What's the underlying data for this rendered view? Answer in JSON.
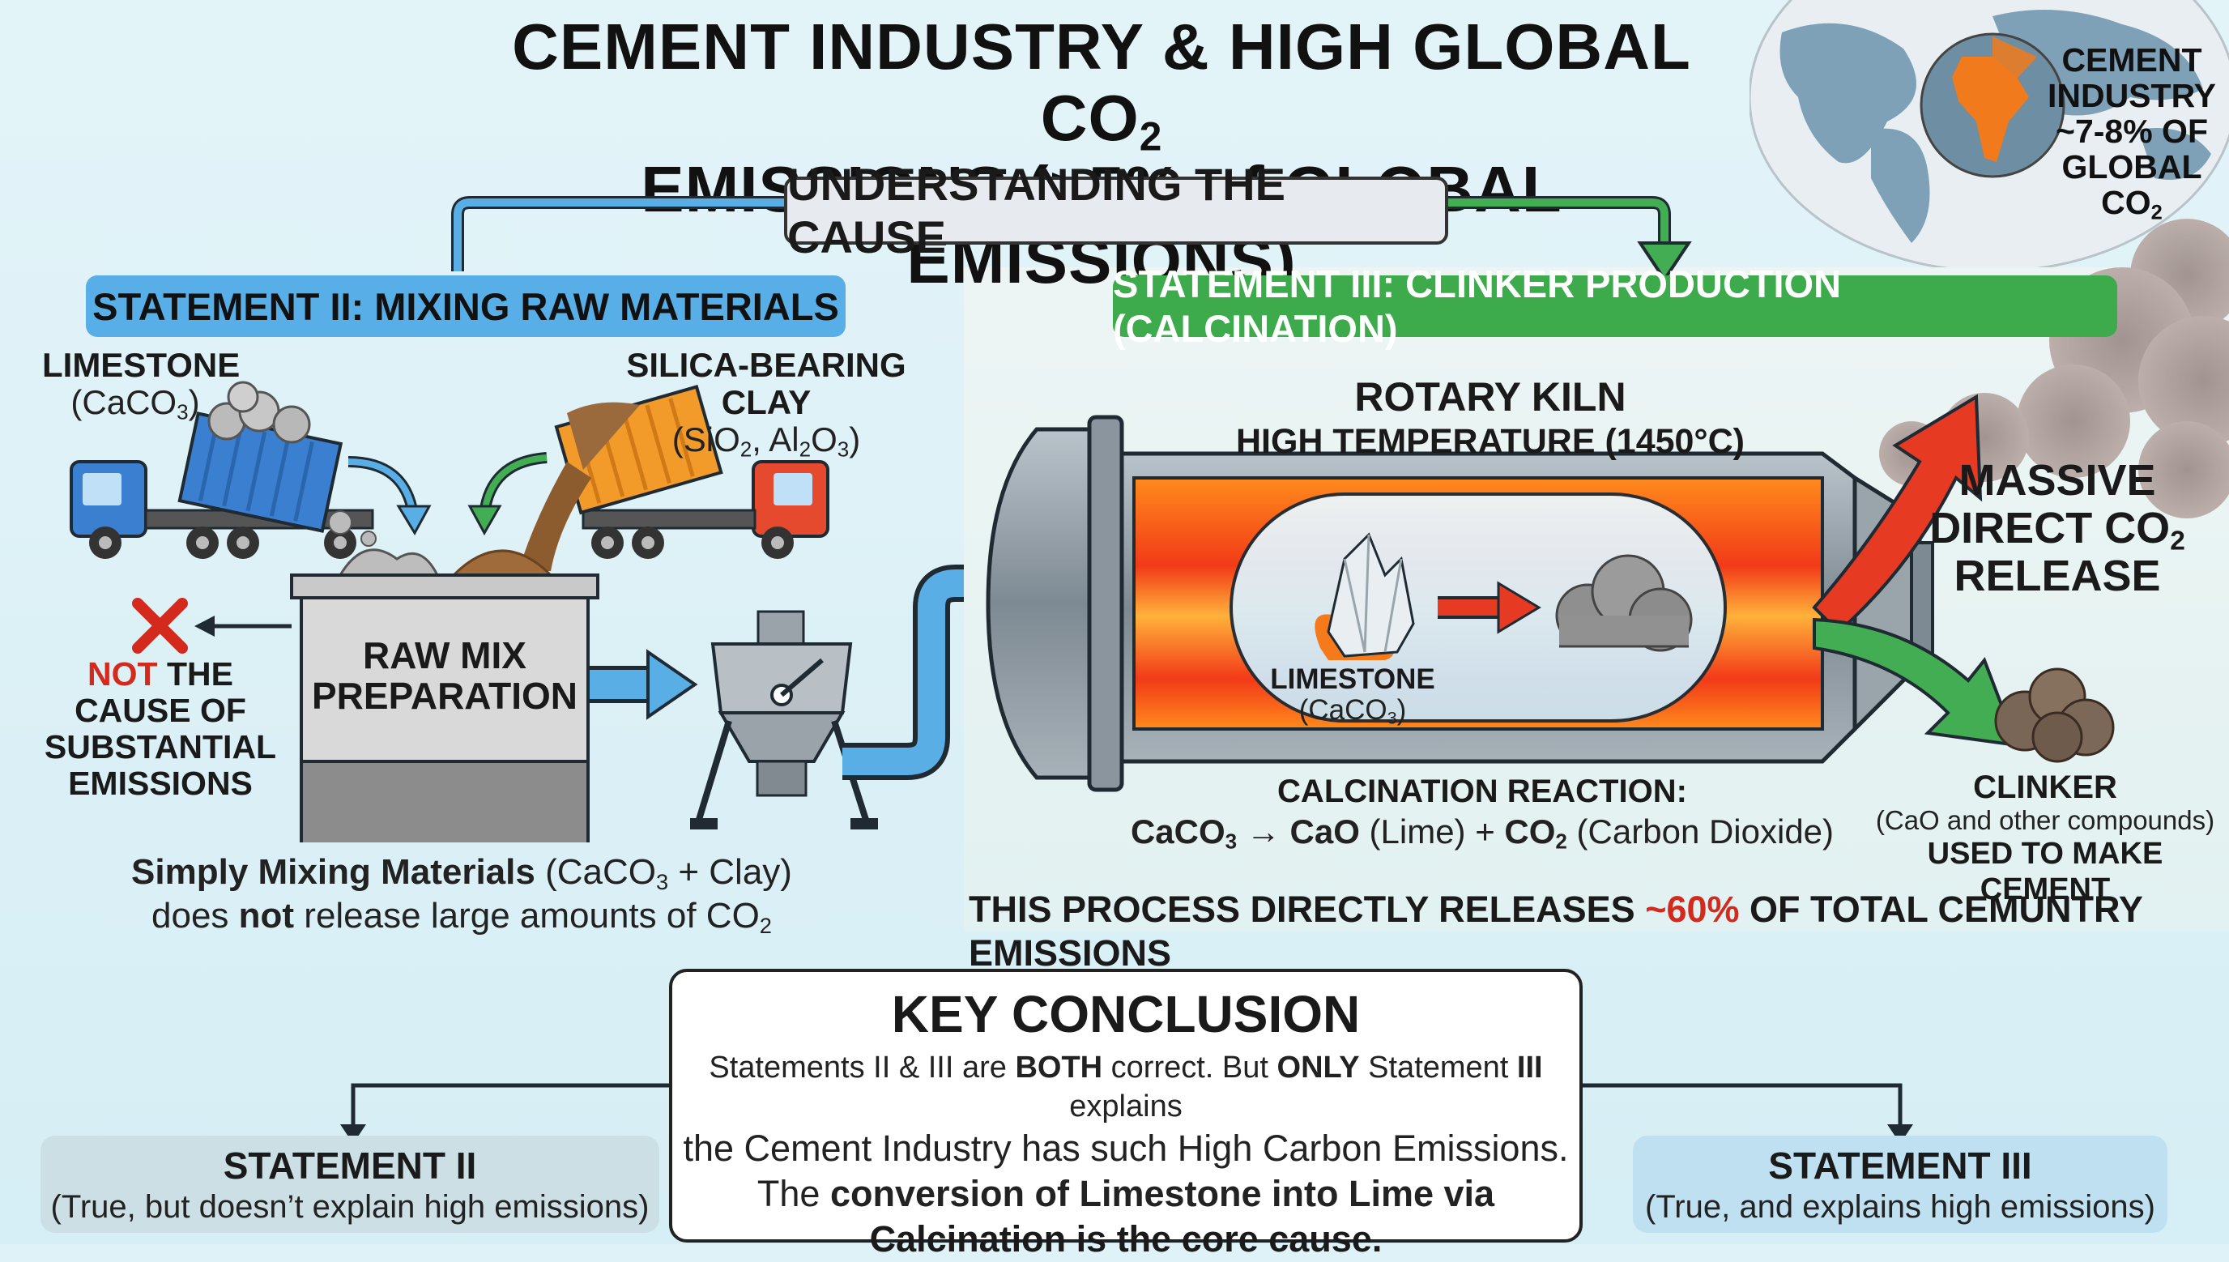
{
  "title": {
    "line1_a": "CEMENT INDUSTRY & HIGH GLOBAL CO",
    "line1_sub": "2",
    "line2": "EMISSIONS (>5% of GLOBAL EMISSIONS)"
  },
  "globe": {
    "line1": "CEMENT",
    "line2": "INDUSTRY",
    "line3": "~7-8% OF",
    "line4_a": "GLOBAL CO",
    "line4_sub": "2"
  },
  "cause_label": "UNDERSTANDING THE CAUSE",
  "statement2": {
    "header": "STATEMENT II: MIXING RAW MATERIALS",
    "limestone_label": "LIMESTONE",
    "limestone_formula_a": "(CaCO",
    "limestone_formula_sub": "3",
    "limestone_formula_b": ")",
    "clay_label": "SILICA-BEARING CLAY",
    "clay_formula_a": "(SiO",
    "clay_formula_sub1": "2",
    "clay_formula_b": ", Al",
    "clay_formula_sub2": "2",
    "clay_formula_c": "O",
    "clay_formula_sub3": "3",
    "clay_formula_d": ")",
    "mix_line1": "RAW MIX",
    "mix_line2": "PREPARATION",
    "not_red": "NOT",
    "not_rest1": " THE",
    "not_line2": "CAUSE OF",
    "not_line3": "SUBSTANTIAL",
    "not_line4": "EMISSIONS",
    "caption1_bold": "Simply Mixing Materials",
    "caption1_rest_a": " (CaCO",
    "caption1_sub": "3",
    "caption1_rest_b": " + Clay)",
    "caption2_a": "does ",
    "caption2_bold": "not",
    "caption2_b": " release large amounts of CO",
    "caption2_sub": "2"
  },
  "statement3": {
    "header": "STATEMENT III: CLINKER PRODUCTION (CALCINATION)",
    "kiln_title": "ROTARY KILN",
    "kiln_temp": "HIGH TEMPERATURE (1450°C)",
    "lime_label": "LIMESTONE",
    "lime_formula_a": "(CaCO",
    "lime_formula_sub": "3",
    "lime_formula_b": ")",
    "co2_line1": "MASSIVE",
    "co2_line2_a": "DIRECT CO",
    "co2_line2_sub": "2",
    "co2_line3": "RELEASE",
    "clinker_label": "CLINKER",
    "clinker_sub": "(CaO and other compounds)",
    "clinker_use": "USED TO MAKE CEMENT",
    "reaction_title": "CALCINATION REACTION:",
    "reaction_a": "CaCO",
    "reaction_sub1": "3",
    "reaction_arrow": " → ",
    "reaction_b": "CaO",
    "reaction_c": " (Lime) + ",
    "reaction_d": "CO",
    "reaction_sub2": "2",
    "reaction_e": " (Carbon Dioxide)",
    "process_a": "THIS PROCESS DIRECTLY RELEASES ",
    "process_red": "~60%",
    "process_b": " OF TOTAL CEMUNTRY EMISSIONS"
  },
  "conclusion": {
    "title": "KEY CONCLUSION",
    "l1_a": "Statements II & III are ",
    "l1_b": "BOTH",
    "l1_c": " correct. But ",
    "l1_d": "ONLY",
    "l1_e": " Statement ",
    "l1_f": "III",
    "l1_g": " explains",
    "l2": "the Cement Industry has such High Carbon Emissions.",
    "l3_a": "The ",
    "l3_b": "conversion of Limestone into Lime via",
    "l4": "Calcination is the core cause."
  },
  "bottom_left": {
    "title": "STATEMENT II",
    "sub": "(True, but doesn’t explain high emissions)"
  },
  "bottom_right": {
    "title": "STATEMENT III",
    "sub": "(True, and explains high emissions)"
  },
  "colors": {
    "blue": "#58aee6",
    "green": "#3daa4c",
    "red": "#d42a1e",
    "kiln_orange": "#f26a1b",
    "truck_blue": "#3a7fd0",
    "truck_orange": "#f29a2a"
  }
}
